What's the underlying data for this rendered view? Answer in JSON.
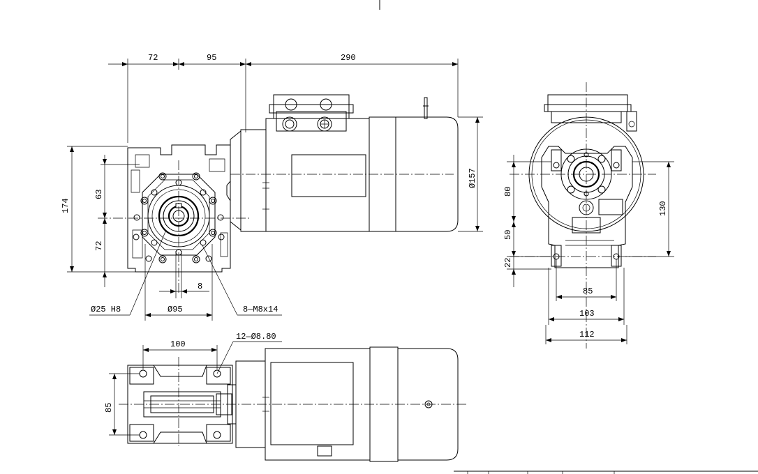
{
  "drawing": {
    "front_view": {
      "dims": {
        "d72_top": "72",
        "d95_top": "95",
        "d290": "290",
        "d174": "174",
        "d63": "63",
        "d72_left": "72",
        "d8": "8",
        "d157": "Ø157"
      },
      "callouts": {
        "bore": "Ø25 H8",
        "pcd": "Ø95",
        "tapped": "8—M8x14"
      }
    },
    "side_view": {
      "dims": {
        "d80": "80",
        "d50": "50",
        "d22": "22",
        "d130": "130",
        "d85": "85",
        "d103": "103",
        "d112": "112"
      }
    },
    "top_view": {
      "dims": {
        "d100": "100",
        "d85": "85"
      },
      "callouts": {
        "holes": "12—Ø8.80"
      }
    }
  }
}
